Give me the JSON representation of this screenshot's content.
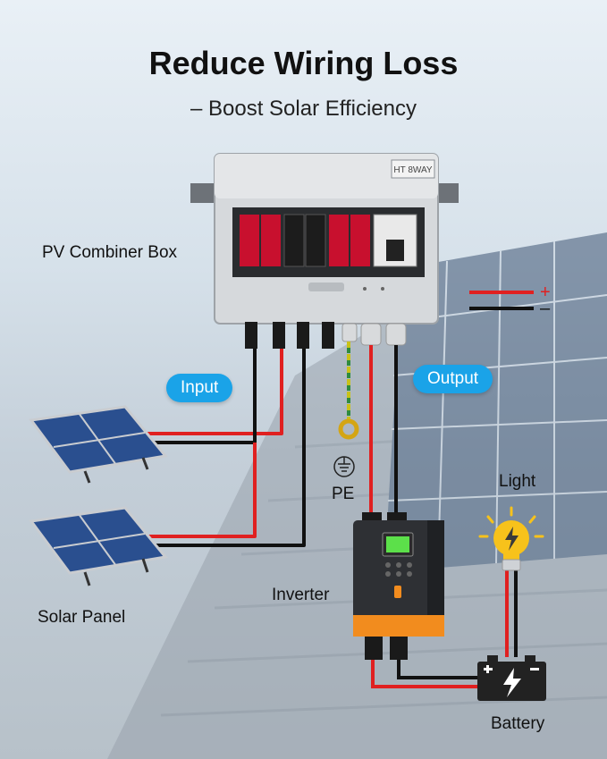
{
  "title": "Reduce Wiring Loss",
  "subtitle": "– Boost Solar Efficiency",
  "labels": {
    "combiner_box": "PV Combiner Box",
    "input": "Input",
    "output": "Output",
    "solar_panel": "Solar Panel",
    "pe": "PE",
    "inverter": "Inverter",
    "light": "Light",
    "battery": "Battery"
  },
  "legend": {
    "positive": "+",
    "negative": "–"
  },
  "box_brand": "HT 8WAY",
  "colors": {
    "positive_wire": "#e02020",
    "negative_wire": "#111111",
    "ground_wire": "#c8c21a",
    "pill_blue": "#1aa3e8",
    "inverter_accent": "#f28c1e",
    "breaker_red": "#c8102e",
    "bulb_yellow": "#f7c21b"
  }
}
